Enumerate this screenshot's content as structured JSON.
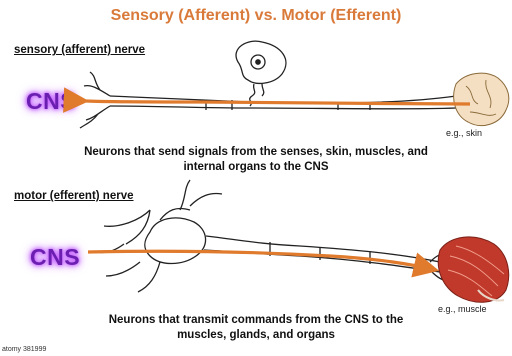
{
  "title": "Sensory (Afferent) vs. Motor (Efferent)",
  "sensory": {
    "label": "sensory (afferent) nerve",
    "cns": "CNS",
    "example": "e.g., skin",
    "caption_line1": "Neurons that send signals from the senses, skin, muscles, and",
    "caption_line2": "internal organs to the CNS"
  },
  "motor": {
    "label": "motor (efferent) nerve",
    "cns": "CNS",
    "example": "e.g., muscle",
    "caption_line1": "Neurons that transmit commands from the CNS to the",
    "caption_line2": "muscles, glands, and organs"
  },
  "credit": "atomy 381999",
  "colors": {
    "title": "#d97a3a",
    "arrow": "#e07a2c",
    "cns_text": "#6a1fb0",
    "cns_glow": "#c65cff",
    "muscle": "#c0392b"
  }
}
